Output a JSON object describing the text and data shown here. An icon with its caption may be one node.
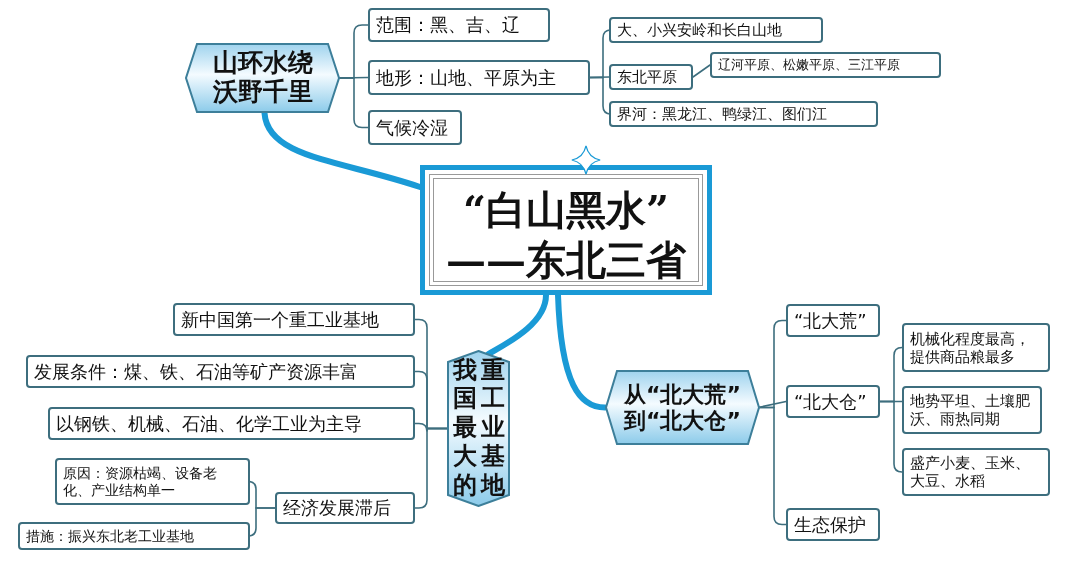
{
  "diagram": {
    "nodes": [
      {
        "text": [
          "“白山黑水”——东北三省"
        ]
      },
      {
        "text": [
          "山环水绕沃野千里"
        ]
      },
      {
        "text": [
          "范围：黑、吉、辽"
        ]
      },
      {
        "text": [
          "地形：山地、平原为主"
        ]
      },
      {
        "text": [
          "气候冷湿"
        ]
      },
      {
        "text": [
          "大、小兴安岭和长白山地"
        ]
      },
      {
        "text": [
          "东北平原"
        ]
      },
      {
        "text": [
          "辽河平原、松嫩平原、三江平原"
        ]
      },
      {
        "text": [
          "界河：黑龙江、鸭绿江、图们江"
        ]
      },
      {
        "text": [
          "我国最大的重工业基地"
        ]
      },
      {
        "text": [
          "新中国第一个重工业基地"
        ]
      },
      {
        "text": [
          "发展条件：煤、铁、石油等矿产资源丰富"
        ]
      },
      {
        "text": [
          "以钢铁、机械、石油、化学工业为主导"
        ]
      },
      {
        "text": [
          "经济发展滞后"
        ]
      },
      {
        "text": [
          "原因：资源枯竭、设备老化、产业结构单一"
        ]
      },
      {
        "text": [
          "措施：振兴东北老工业基地"
        ]
      },
      {
        "text": [
          "从“北大荒”到“北大仓”"
        ]
      },
      {
        "text": [
          "“北大荒”"
        ]
      },
      {
        "text": [
          "“北大仓”"
        ]
      },
      {
        "text": [
          "生态保护"
        ]
      },
      {
        "text": [
          "机械化程度最高，提供商品粮最多"
        ]
      },
      {
        "text": [
          "地势平坦、土壤肥沃、雨热同期"
        ]
      },
      {
        "text": [
          "盛产小麦、玉米、大豆、水稻"
        ]
      }
    ],
    "edges": [
      {
        "from": 0,
        "to": 1,
        "arrow": "none",
        "style": "thick",
        "color": "#1a9ad6"
      },
      {
        "from": 0,
        "to": 9,
        "arrow": "none",
        "style": "thick",
        "color": "#1a9ad6"
      },
      {
        "from": 0,
        "to": 16,
        "arrow": "none",
        "style": "thick",
        "color": "#1a9ad6"
      },
      {
        "from": 1,
        "to": 2,
        "arrow": "none"
      },
      {
        "from": 1,
        "to": 3,
        "arrow": "none"
      },
      {
        "from": 1,
        "to": 4,
        "arrow": "none"
      },
      {
        "from": 3,
        "to": 5,
        "arrow": "none"
      },
      {
        "from": 3,
        "to": 6,
        "arrow": "none"
      },
      {
        "from": 3,
        "to": 8,
        "arrow": "none"
      },
      {
        "from": 6,
        "to": 7,
        "arrow": "none"
      },
      {
        "from": 9,
        "to": 10,
        "arrow": "none"
      },
      {
        "from": 9,
        "to": 11,
        "arrow": "none"
      },
      {
        "from": 9,
        "to": 12,
        "arrow": "none"
      },
      {
        "from": 9,
        "to": 13,
        "arrow": "none"
      },
      {
        "from": 13,
        "to": 14,
        "arrow": "none"
      },
      {
        "from": 13,
        "to": 15,
        "arrow": "none"
      },
      {
        "from": 16,
        "to": 17,
        "arrow": "none"
      },
      {
        "from": 16,
        "to": 18,
        "arrow": "none"
      },
      {
        "from": 16,
        "to": 19,
        "arrow": "none"
      },
      {
        "from": 18,
        "to": 20,
        "arrow": "none"
      },
      {
        "from": 18,
        "to": 21,
        "arrow": "none"
      },
      {
        "from": 18,
        "to": 22,
        "arrow": "none"
      }
    ]
  }
}
